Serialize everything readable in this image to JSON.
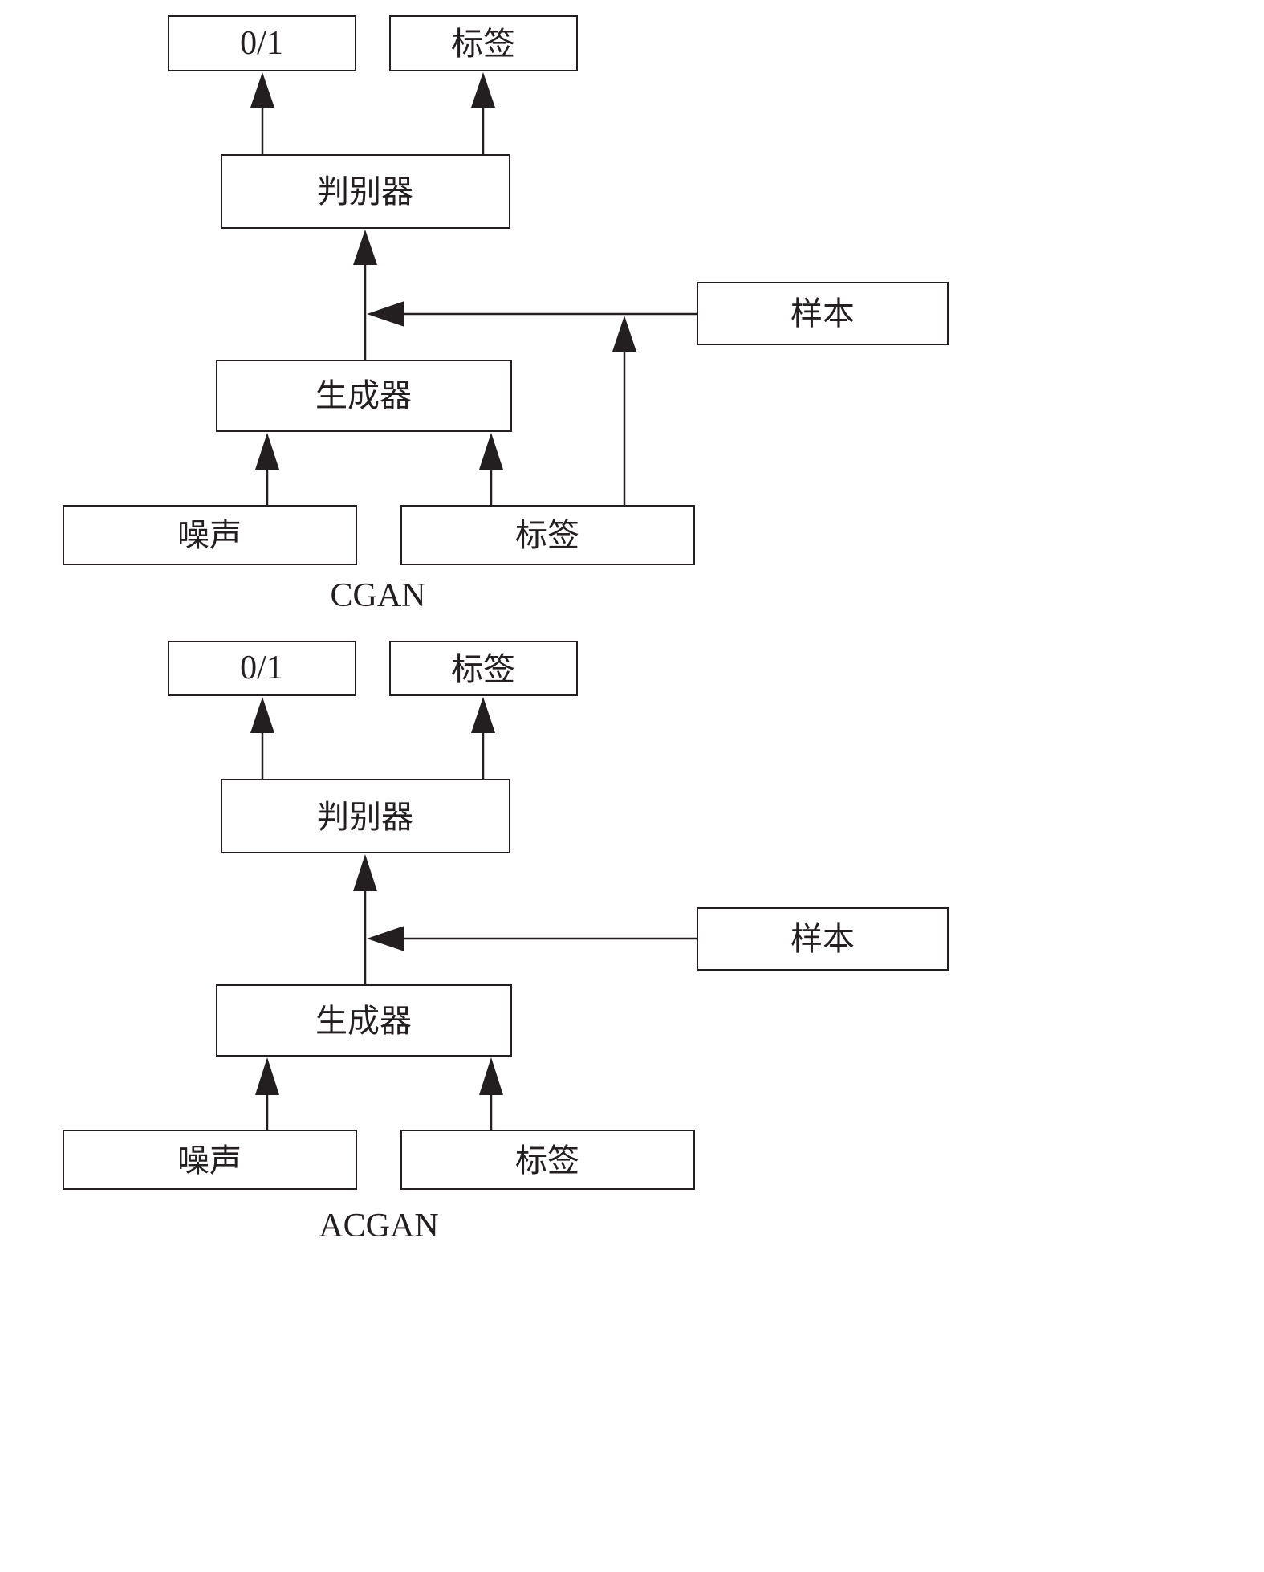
{
  "diagrams": [
    {
      "caption": "CGAN",
      "nodes": {
        "output_binary": "0/1",
        "output_label": "标签",
        "discriminator": "判别器",
        "sample": "样本",
        "generator": "生成器",
        "noise": "噪声",
        "input_label": "标签"
      },
      "edges": [
        [
          "discriminator",
          "output_binary"
        ],
        [
          "discriminator",
          "output_label"
        ],
        [
          "generator",
          "discriminator"
        ],
        [
          "sample",
          "generator-discriminator-edge"
        ],
        [
          "input_label",
          "sample-edge"
        ],
        [
          "noise",
          "generator"
        ],
        [
          "input_label",
          "generator"
        ]
      ]
    },
    {
      "caption": "ACGAN",
      "nodes": {
        "output_binary": "0/1",
        "output_label": "标签",
        "discriminator": "判别器",
        "sample": "样本",
        "generator": "生成器",
        "noise": "噪声",
        "input_label": "标签"
      },
      "edges": [
        [
          "discriminator",
          "output_binary"
        ],
        [
          "discriminator",
          "output_label"
        ],
        [
          "generator",
          "discriminator"
        ],
        [
          "sample",
          "generator-discriminator-edge"
        ],
        [
          "noise",
          "generator"
        ],
        [
          "input_label",
          "generator"
        ]
      ]
    }
  ]
}
